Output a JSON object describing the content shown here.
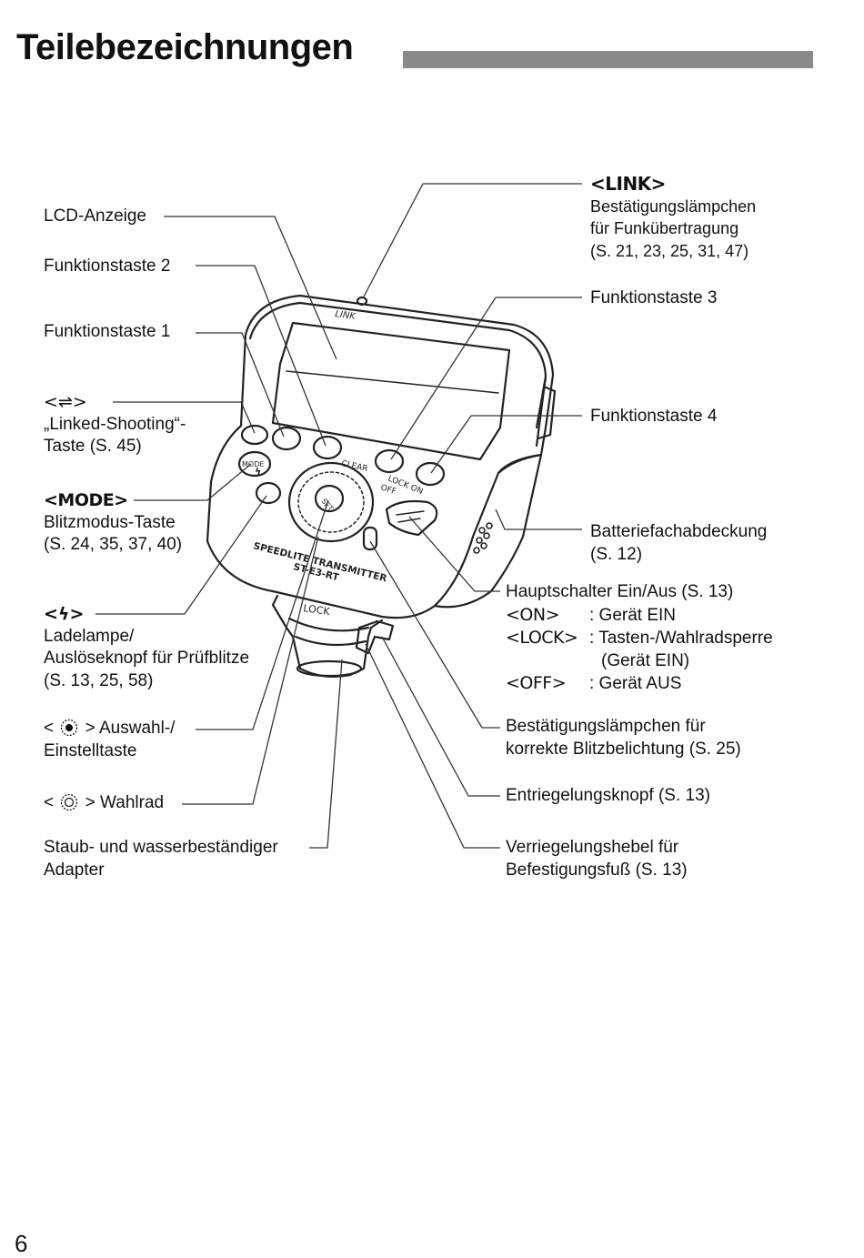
{
  "page": {
    "title": "Teilebezeichnungen",
    "page_number": "6"
  },
  "device_print": {
    "link": "LINK",
    "mode": "MODE",
    "clear": "CLEAR",
    "lock_on": "LOCK ON",
    "off": "OFF",
    "set": "SET",
    "brand1": "SPEEDLITE TRANSMITTER",
    "brand2": "ST-E3-RT",
    "lock_foot": "LOCK"
  },
  "left_labels": {
    "lcd": "LCD-Anzeige",
    "f2": "Funktionstaste 2",
    "f1": "Funktionstaste 1",
    "linked_sym": "<⇌>",
    "linked_l1": "„Linked-Shooting“-",
    "linked_l2": "Taste (S. 45)",
    "mode_sym": "<MODE>",
    "mode_l1": "Blitzmodus-Taste",
    "mode_l2": "(S. 24, 35, 37, 40)",
    "flash_sym": "<ϟ>",
    "flash_l1": "Ladelampe/",
    "flash_l2": "Auslöseknopf für Prüfblitze",
    "flash_l3": "(S. 13, 25, 58)",
    "set_prefix": "<",
    "set_suffix": "> Auswahl-/",
    "set_l2": "Einstelltaste",
    "dial_prefix": "<",
    "dial_suffix": "> Wahlrad",
    "adapter_l1": "Staub- und wasserbeständiger",
    "adapter_l2": "Adapter"
  },
  "right_labels": {
    "link_sym": "<LINK>",
    "link_l1": "Bestätigungslämpchen",
    "link_l2": "für Funkübertragung",
    "link_l3": "(S. 21, 23, 25, 31, 47)",
    "f3": "Funktionstaste 3",
    "f4": "Funktionstaste 4",
    "battery_l1": "Batteriefachabdeckung",
    "battery_l2": "(S. 12)",
    "switch_title": "Hauptschalter Ein/Aus (S. 13)",
    "on_key": "<ON>",
    "on_val": ": Gerät EIN",
    "lock_key": "<LOCK>",
    "lock_val": ": Tasten-/Wahlradsperre",
    "lock_val2": "(Gerät EIN)",
    "off_key": "<OFF>",
    "off_val": ": Gerät AUS",
    "confirm_l1": "Bestätigungslämpchen für",
    "confirm_l2": "korrekte Blitzbelichtung (S. 25)",
    "release": "Entriegelungsknopf (S. 13)",
    "lever_l1": "Verriegelungshebel für",
    "lever_l2": "Befestigungsfuß (S. 13)"
  }
}
